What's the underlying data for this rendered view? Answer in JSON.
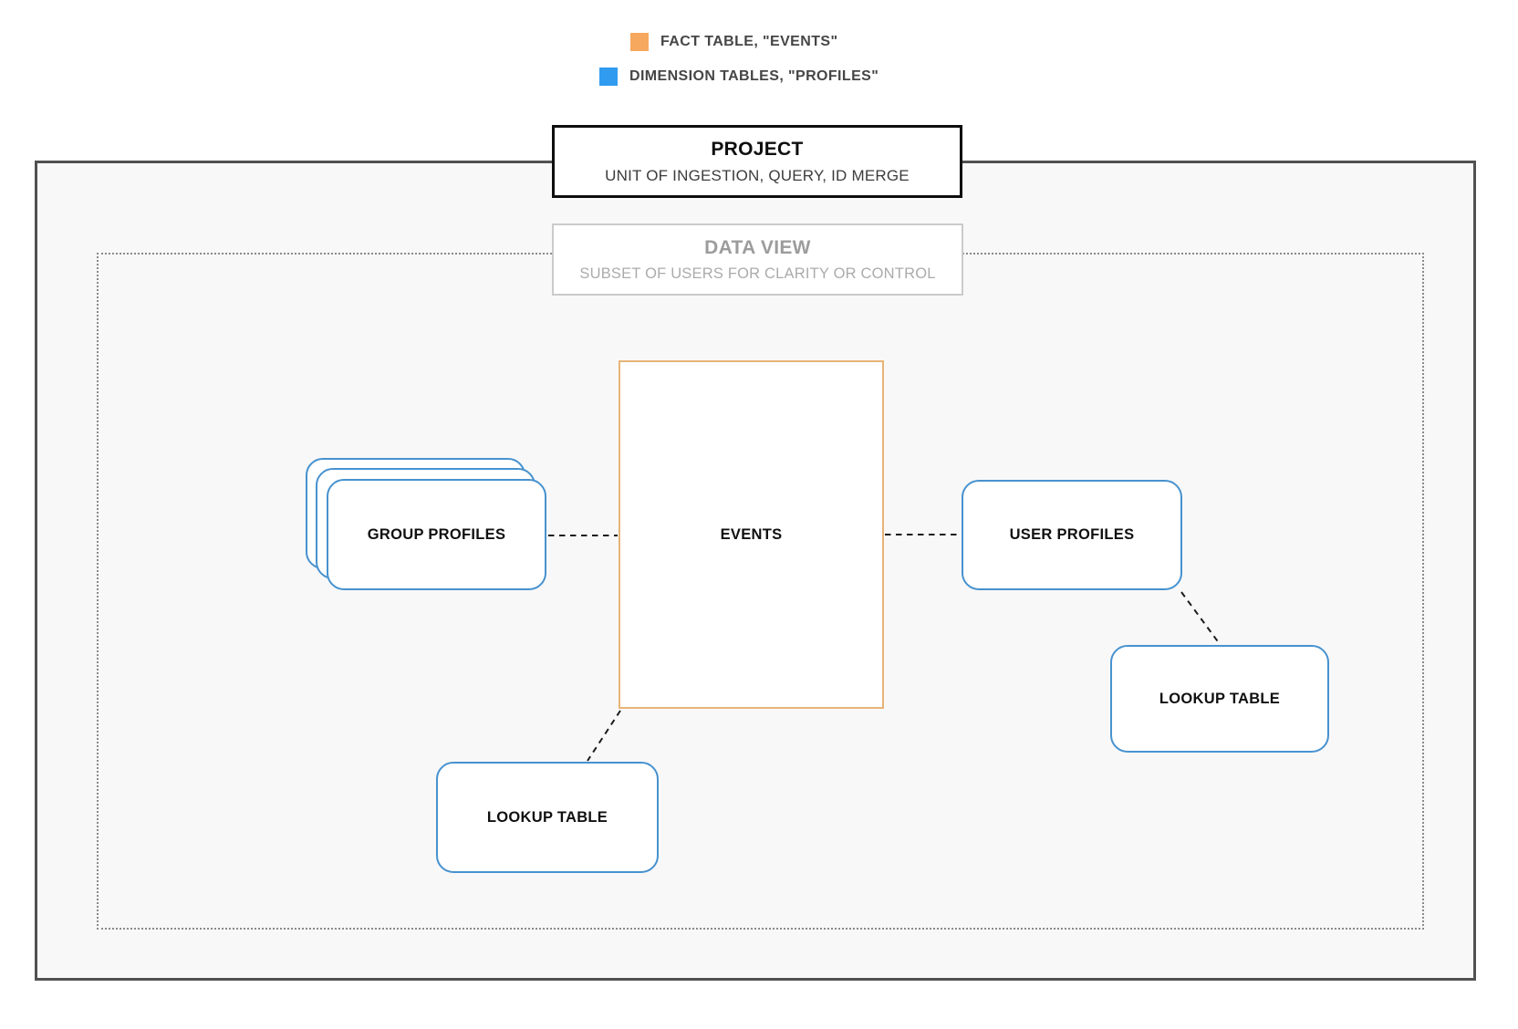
{
  "legend": {
    "items": [
      {
        "name": "fact-table",
        "label": "FACT TABLE, \"EVENTS\"",
        "color": "#F5A85E"
      },
      {
        "name": "dimension-tables",
        "label": "DIMENSION TABLES, \"PROFILES\"",
        "color": "#319BF0"
      }
    ]
  },
  "project_box": {
    "title": "PROJECT",
    "subtitle": "UNIT OF INGESTION, QUERY, ID MERGE"
  },
  "data_view_box": {
    "title": "DATA VIEW",
    "subtitle": "SUBSET OF USERS FOR CLARITY OR CONTROL"
  },
  "nodes": {
    "events": {
      "label": "EVENTS"
    },
    "group_profiles": {
      "label": "GROUP PROFILES"
    },
    "user_profiles": {
      "label": "USER PROFILES"
    },
    "lookup_table_right": {
      "label": "LOOKUP TABLE"
    },
    "lookup_table_bottom": {
      "label": "LOOKUP TABLE"
    }
  },
  "colors": {
    "fact": "#F5A85E",
    "dimension": "#319BF0",
    "events-border": "#E7B478",
    "card-border": "#4792CF",
    "boundary-border": "#515151",
    "dotted-border": "#8a8a8a",
    "canvas-bg": "#f8f8f8",
    "connector": "#1c1c1c"
  }
}
